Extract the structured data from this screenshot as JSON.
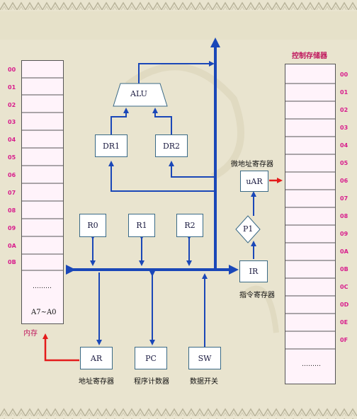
{
  "colors": {
    "bus": "#1a47b8",
    "highlight": "#e41b1b",
    "cell_fill": "#fff3fa",
    "border": "#555555",
    "label_pink": "#d81c8c",
    "background": "#e9e4cf"
  },
  "memory": {
    "addresses": [
      "00",
      "01",
      "02",
      "03",
      "04",
      "05",
      "06",
      "07",
      "08",
      "09",
      "0A",
      "0B"
    ],
    "ellipsis": "………",
    "range_label": "A7~A0",
    "caption": "内存"
  },
  "control_store": {
    "title": "控制存储器",
    "addresses": [
      "00",
      "01",
      "02",
      "03",
      "04",
      "05",
      "06",
      "07",
      "08",
      "09",
      "0A",
      "0B",
      "0C",
      "0D",
      "0E",
      "0F"
    ],
    "ellipsis": "………"
  },
  "registers": {
    "alu": "ALU",
    "dr1": "DR1",
    "dr2": "DR2",
    "r0": "R0",
    "r1": "R1",
    "r2": "R2",
    "uar": "uAR",
    "p1": "P1",
    "ir": "IR",
    "ar": "AR",
    "pc": "PC",
    "sw": "SW"
  },
  "captions": {
    "uar": "微地址寄存器",
    "ir": "指令寄存器",
    "ar": "地址寄存器",
    "pc": "程序计数器",
    "sw": "数据开关"
  }
}
